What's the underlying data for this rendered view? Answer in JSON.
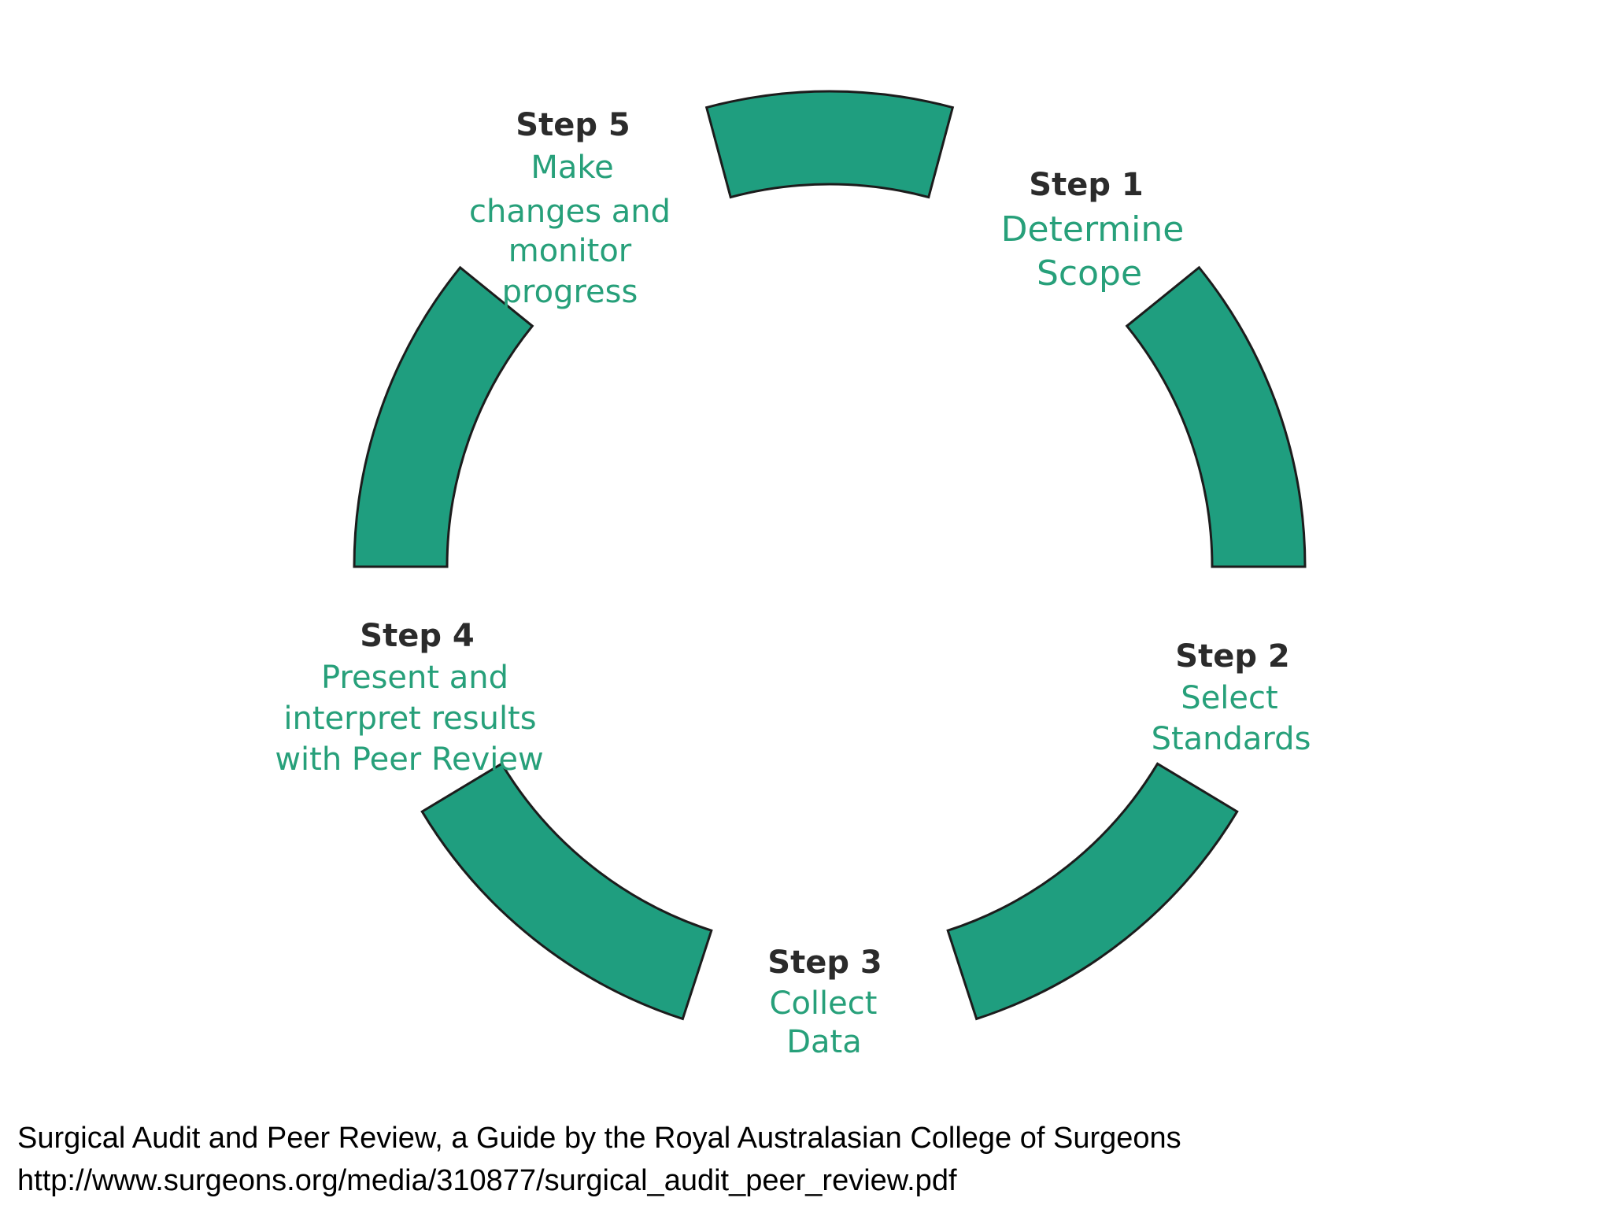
{
  "colors": {
    "segment_fill": "#1f9e7f",
    "segment_stroke": "#1c1c1c",
    "heading_text": "#2b2b2b",
    "description_text": "#27a07a"
  },
  "cycle": {
    "steps": [
      {
        "heading": "Step 1",
        "lines": [
          "Determine",
          "Scope"
        ]
      },
      {
        "heading": "Step 2",
        "lines": [
          "Select",
          "Standards"
        ]
      },
      {
        "heading": "Step 3",
        "lines": [
          "Collect",
          "Data"
        ]
      },
      {
        "heading": "Step 4",
        "lines": [
          "Present and",
          "interpret results",
          "with Peer Review"
        ]
      },
      {
        "heading": "Step 5",
        "lines": [
          "Make",
          "changes and",
          "monitor",
          "progress"
        ]
      }
    ]
  },
  "citation": {
    "line1": "Surgical Audit and Peer Review, a Guide by the Royal Australasian College of Surgeons",
    "line2": "http://www.surgeons.org/media/310877/surgical_audit_peer_review.pdf"
  }
}
